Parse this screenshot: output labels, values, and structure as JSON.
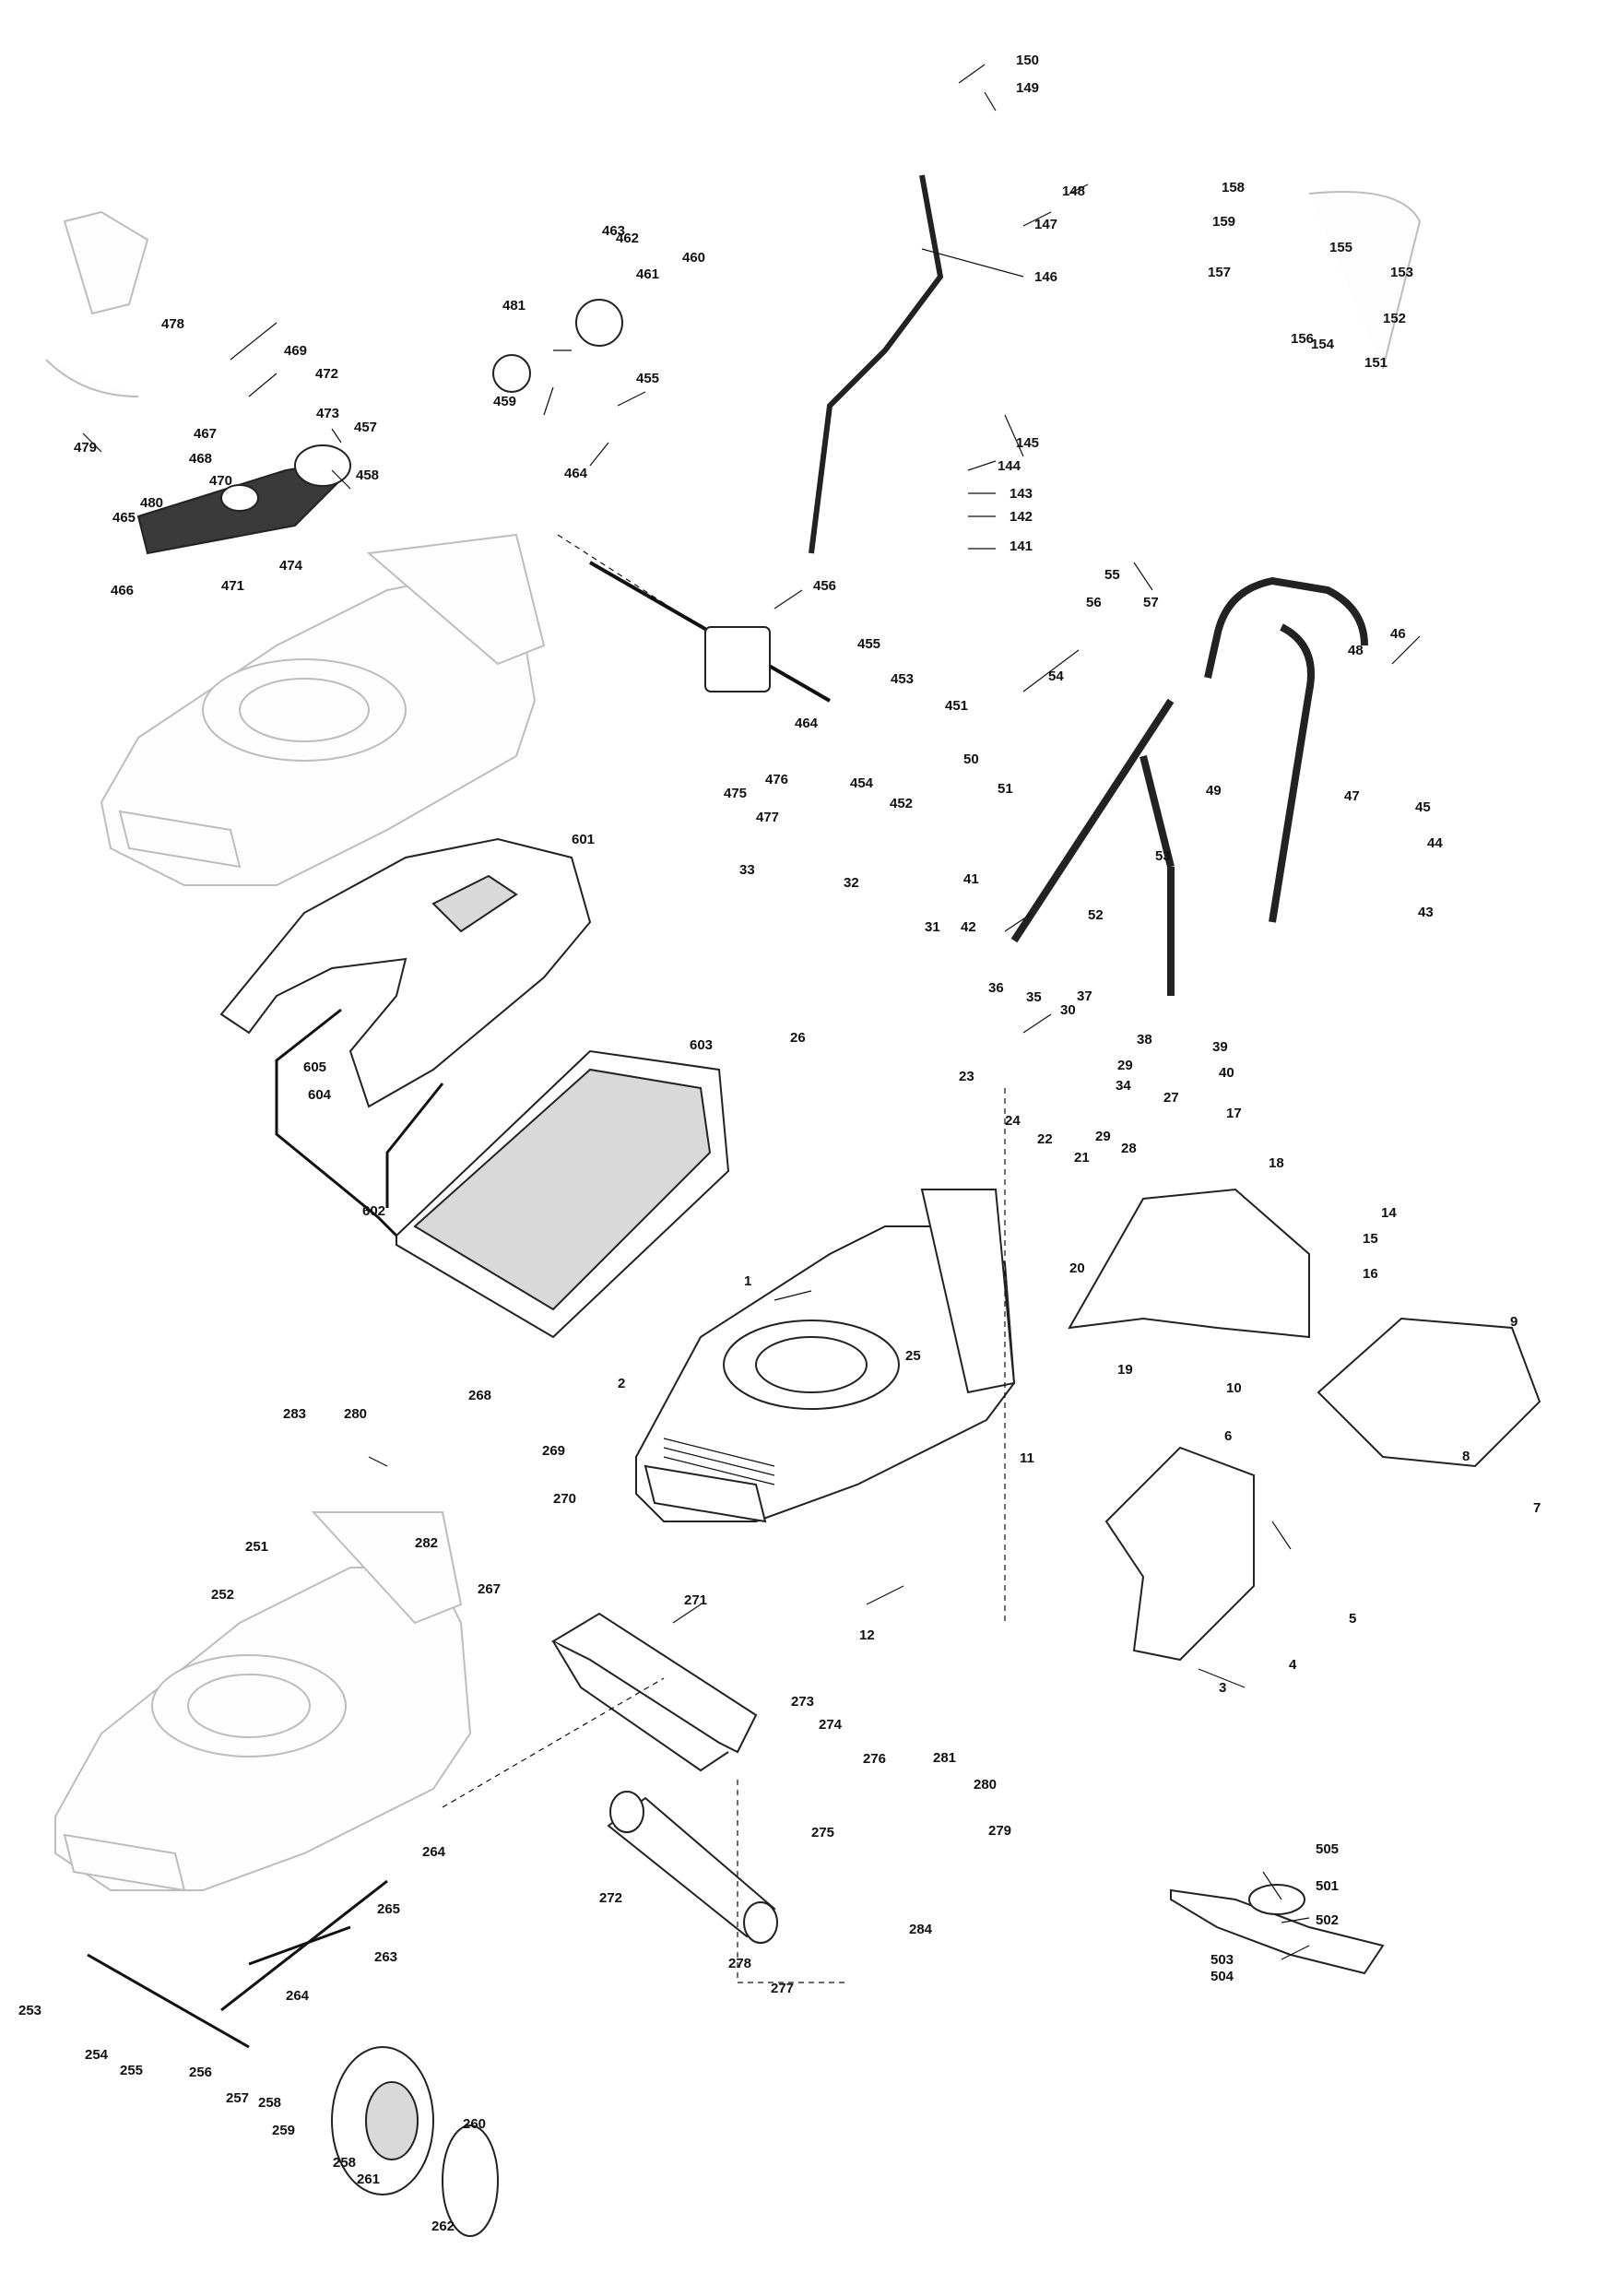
{
  "diagram": {
    "labels": [
      "150",
      "149",
      "148",
      "147",
      "146",
      "145",
      "144",
      "143",
      "142",
      "141",
      "158",
      "159",
      "157",
      "155",
      "153",
      "152",
      "151",
      "154",
      "156",
      "462",
      "463",
      "461",
      "460",
      "481",
      "459",
      "455",
      "464",
      "478",
      "469",
      "472",
      "467",
      "468",
      "473",
      "457",
      "479",
      "470",
      "480",
      "458",
      "465",
      "471",
      "474",
      "466",
      "456",
      "455",
      "453",
      "451",
      "464",
      "454",
      "452",
      "476",
      "475",
      "477",
      "55",
      "56",
      "57",
      "46",
      "48",
      "54",
      "49",
      "47",
      "45",
      "50",
      "51",
      "44",
      "43",
      "41",
      "53",
      "52",
      "42",
      "601",
      "33",
      "32",
      "31",
      "26",
      "36",
      "35",
      "30",
      "37",
      "38",
      "39",
      "40",
      "23",
      "29",
      "34",
      "27",
      "24",
      "22",
      "21",
      "29",
      "28",
      "17",
      "18",
      "14",
      "15",
      "16",
      "20",
      "19",
      "9",
      "10",
      "6",
      "8",
      "7",
      "5",
      "4",
      "3",
      "605",
      "604",
      "603",
      "602",
      "1",
      "2",
      "25",
      "11",
      "12",
      "268",
      "283",
      "280",
      "269",
      "270",
      "282",
      "251",
      "252",
      "267",
      "271",
      "273",
      "274",
      "276",
      "275",
      "281",
      "280",
      "279",
      "284",
      "272",
      "278",
      "277",
      "264",
      "265",
      "263",
      "264",
      "253",
      "254",
      "255",
      "256",
      "257",
      "258",
      "259",
      "260",
      "258",
      "261",
      "262",
      "505",
      "501",
      "502",
      "503",
      "504"
    ]
  }
}
